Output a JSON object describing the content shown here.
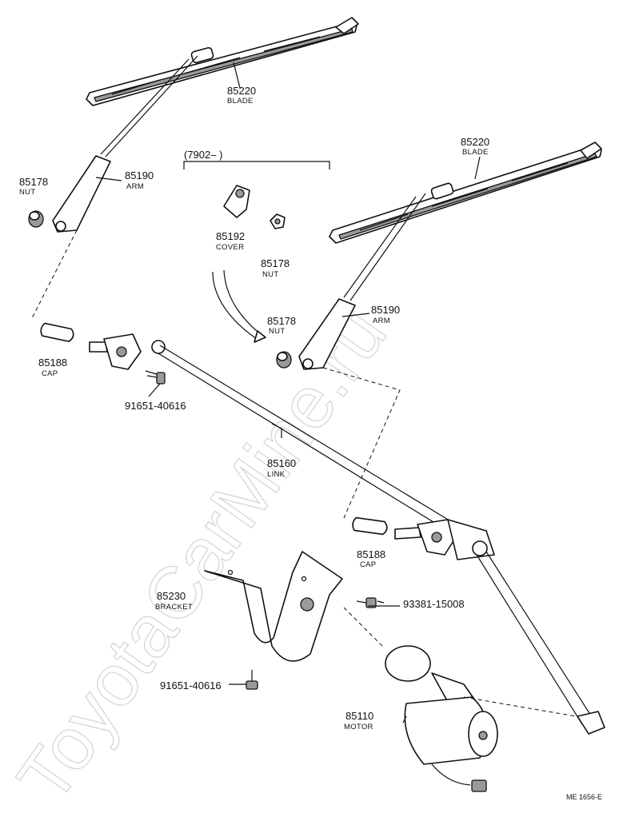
{
  "watermark": "ToyotaCarMine.ru",
  "reference_code": "ME 1656-E",
  "date_range_label": "(7902–      )",
  "callouts": {
    "blade_left": {
      "number": "85220",
      "name": "BLADE"
    },
    "blade_right": {
      "number": "85220",
      "name": "BLADE"
    },
    "nut_left": {
      "number": "85178",
      "name": "NUT"
    },
    "arm_left": {
      "number": "85190",
      "name": "ARM"
    },
    "cover": {
      "number": "85192",
      "name": "COVER"
    },
    "nut_cover": {
      "number": "85178",
      "name": "NUT"
    },
    "nut_right": {
      "number": "85178",
      "name": "NUT"
    },
    "arm_right": {
      "number": "85190",
      "name": "ARM"
    },
    "cap_left": {
      "number": "85188",
      "name": "CAP"
    },
    "bolt_upper": {
      "number": "91651-40616"
    },
    "link": {
      "number": "85160",
      "name": "LINK"
    },
    "cap_right": {
      "number": "85188",
      "name": "CAP"
    },
    "bracket": {
      "number": "85230",
      "name": "BRACKET"
    },
    "bolt_bracket": {
      "number": "93381-15008"
    },
    "bolt_lower": {
      "number": "91651-40616"
    },
    "motor": {
      "number": "85110",
      "name": "MOTOR"
    }
  }
}
